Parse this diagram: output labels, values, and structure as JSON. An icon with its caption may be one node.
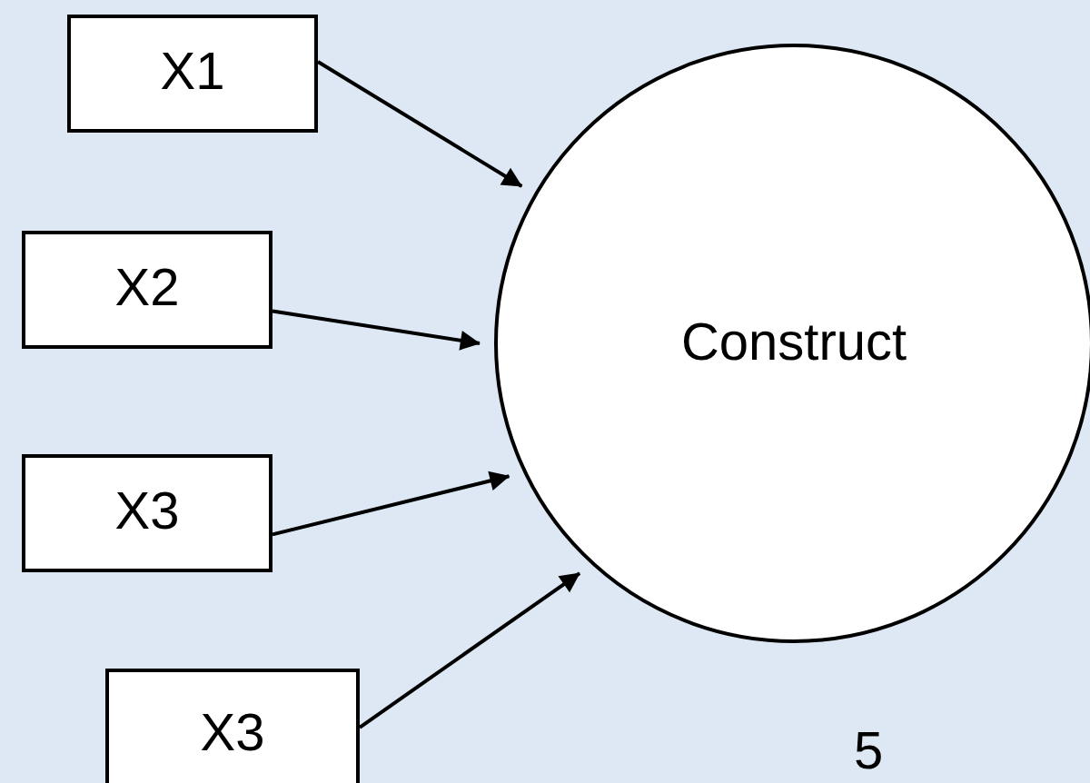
{
  "diagram": {
    "nodes": [
      {
        "text": [
          "X1"
        ]
      },
      {
        "text": [
          "X2"
        ]
      },
      {
        "text": [
          "X3"
        ]
      },
      {
        "text": [
          "X3"
        ]
      },
      {
        "text": [
          "Construct"
        ]
      }
    ],
    "edges": [
      {
        "from": 0,
        "to": 4,
        "arrow": "to"
      },
      {
        "from": 1,
        "to": 4,
        "arrow": "to"
      },
      {
        "from": 2,
        "to": 4,
        "arrow": "to"
      },
      {
        "from": 3,
        "to": 4,
        "arrow": "to"
      }
    ],
    "labels": [
      "5"
    ]
  }
}
